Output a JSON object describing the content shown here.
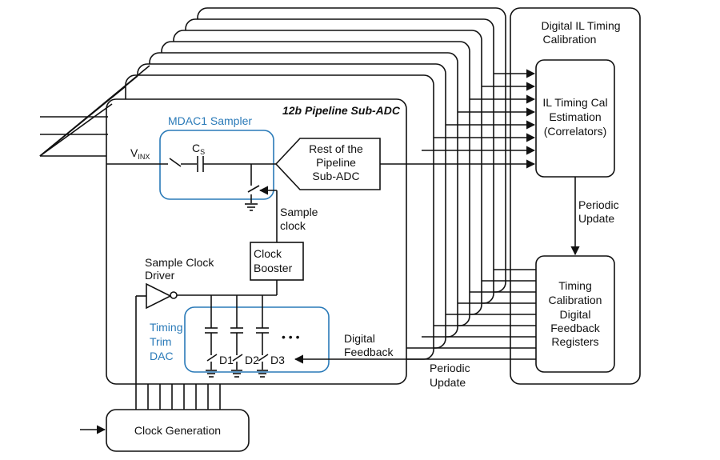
{
  "labels": {
    "pipeline_title": "12b Pipeline Sub-ADC",
    "mdac_sampler": "MDAC1 Sampler",
    "vinx_main": "V",
    "vinx_sub": "INX",
    "cs_main": "C",
    "cs_sub": "S",
    "rest_line1": "Rest of the",
    "rest_line2": "Pipeline",
    "rest_line3": "Sub-ADC",
    "sample_clock_line1": "Sample",
    "sample_clock_line2": "clock",
    "clock_booster_line1": "Clock",
    "clock_booster_line2": "Booster",
    "driver_line1": "Sample Clock",
    "driver_line2": "Driver",
    "trim_line1": "Timing",
    "trim_line2": "Trim",
    "trim_line3": "DAC",
    "d1": "D1",
    "d2": "D2",
    "d3": "D3",
    "digital_feedback_line1": "Digital",
    "digital_feedback_line2": "Feedback",
    "periodic_update_bottom_line1": "Periodic",
    "periodic_update_bottom_line2": "Update",
    "calibration_title_line1": "Digital IL Timing",
    "calibration_title_line2": "Calibration",
    "estimation_line1": "IL Timing Cal",
    "estimation_line2": "Estimation",
    "estimation_line3": "(Correlators)",
    "periodic_update_right_line1": "Periodic",
    "periodic_update_right_line2": "Update",
    "registers_line1": "Timing",
    "registers_line2": "Calibration",
    "registers_line3": "Digital",
    "registers_line4": "Feedback",
    "registers_line5": "Registers",
    "clock_generation": "Clock Generation",
    "ellipsis": "•   •   •"
  },
  "colors": {
    "line": "#111111",
    "accent_blue": "#2a7ab8",
    "background": "#ffffff"
  }
}
